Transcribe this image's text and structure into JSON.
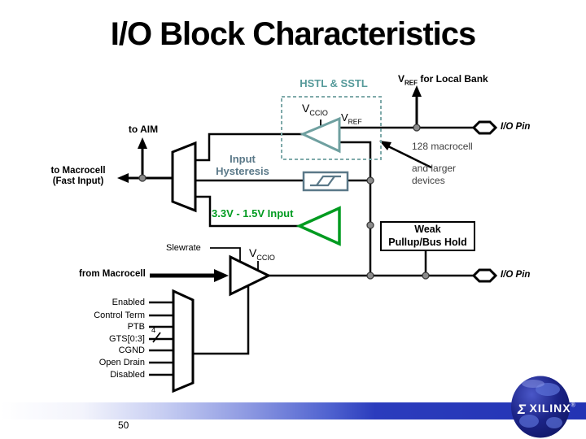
{
  "slide": {
    "title": "I/O Block Characteristics"
  },
  "colors": {
    "teal_accent": "#569A9A",
    "slate_accent": "#5A7888",
    "green_accent": "#009B20",
    "wire_black": "#000000",
    "note_gray": "#3F3F3F",
    "band_blue": "#2B3CBD",
    "globe_navy": "#1C2488"
  },
  "diagram": {
    "hstl_sstl_label": "HSTL & SSTL",
    "vccio_top": {
      "base": "V",
      "sub": "CCIO"
    },
    "vref_top": {
      "base": "V",
      "sub": "REF"
    },
    "vref_bank": {
      "base": "V",
      "sub": "REF",
      "rest": " for Local Bank"
    },
    "io_pin_top": "I/O Pin",
    "io_pin_bottom": "I/O Pin",
    "macrocell_note_line1": "128 macrocell",
    "macrocell_note_line2": "and larger",
    "macrocell_note_line3": "devices",
    "to_aim": "to AIM",
    "to_macrocell_line1": "to Macrocell",
    "to_macrocell_line2": "(Fast Input)",
    "input_hysteresis_line1": "Input",
    "input_hysteresis_line2": "Hysteresis",
    "input_range_label": "3.3V - 1.5V Input",
    "weak_pullup_line1": "Weak",
    "weak_pullup_line2": "Pullup/Bus Hold",
    "slewrate": "Slewrate",
    "vccio_bottom": {
      "base": "V",
      "sub": "CCIO"
    },
    "from_macrocell": "from Macrocell",
    "bus_width": "4",
    "mux_inputs": [
      "Enabled",
      "Control Term",
      "PTB",
      "GTS[0:3]",
      "CGND",
      "Open Drain",
      "Disabled"
    ]
  },
  "footer": {
    "page_number": "50",
    "logo_sigma": "Σ",
    "logo_text": "XILINX",
    "logo_reg": "®"
  }
}
